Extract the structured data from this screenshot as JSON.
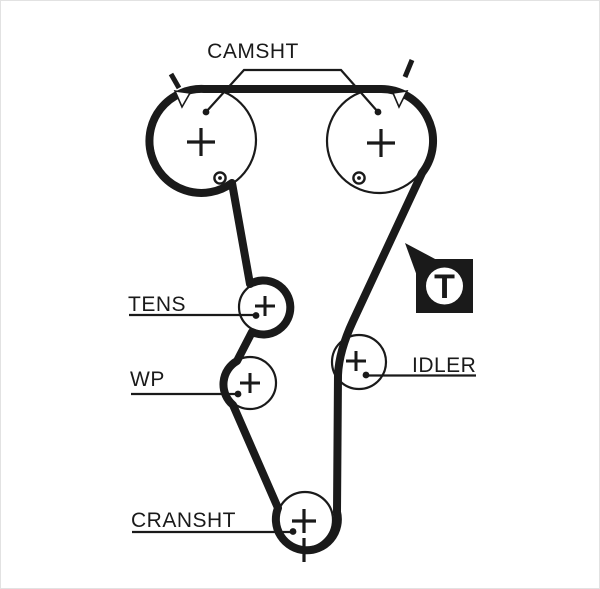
{
  "diagram": {
    "labels": {
      "camshaft": "CAMSHT",
      "tensioner": "TENS",
      "water_pump": "WP",
      "idler": "IDLER",
      "crankshaft": "CRANSHT",
      "tool_badge": "T"
    },
    "colors": {
      "line": "#1a1a1a",
      "background": "#ffffff"
    }
  }
}
